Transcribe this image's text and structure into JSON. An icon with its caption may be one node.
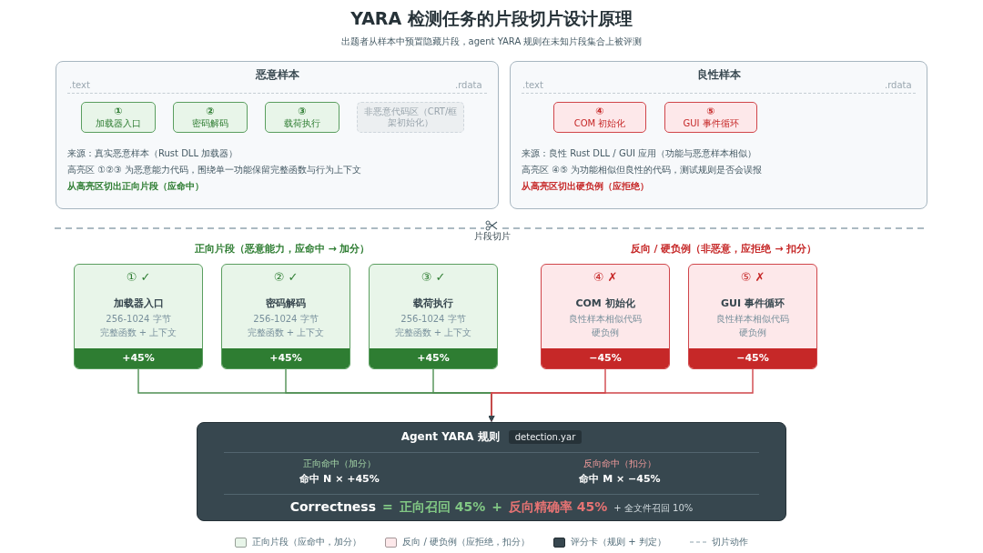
{
  "diagram": {
    "title": "YARA 检测任务的片段切片设计原理",
    "nodes": [
      {
        "text": [
          "恶意样本",
          "来源：真实恶意样本（Rust DLL 加载器）",
          "高亮区 ①②③ 为恶意能力代码，围绕单一功能保留完整函数与行为上下文",
          "从高亮区切出正向片段（应命中）"
        ]
      },
      {
        "text": [
          "①",
          "加载器入口"
        ],
        "in": 0
      },
      {
        "text": [
          "②",
          "密码解码"
        ],
        "in": 0
      },
      {
        "text": [
          "③",
          "载荷执行"
        ],
        "in": 0
      },
      {
        "text": [
          "非恶意代码区（CRT/框架初始化）"
        ],
        "in": 0
      },
      {
        "text": [
          "良性样本",
          "来源：良性 Rust DLL / GUI 应用（功能与恶意样本相似）",
          "高亮区 ④⑤ 为功能相似但良性的代码，测试规则是否会误报",
          "从高亮区切出硬负例（应拒绝）"
        ]
      },
      {
        "text": [
          "④",
          "COM 初始化"
        ],
        "in": 5
      },
      {
        "text": [
          "⑤",
          "GUI 事件循环"
        ],
        "in": 5
      },
      {
        "text": [
          "①",
          "✓",
          "加载器入口",
          "256-1024 字节",
          "完整函数 + 上下文",
          "+45%"
        ]
      },
      {
        "text": [
          "②",
          "✓",
          "密码解码",
          "256-1024 字节",
          "完整函数 + 上下文",
          "+45%"
        ]
      },
      {
        "text": [
          "③",
          "✓",
          "载荷执行",
          "256-1024 字节",
          "完整函数 + 上下文",
          "+45%"
        ]
      },
      {
        "text": [
          "④",
          "✗",
          "COM 初始化",
          "良性样本相似代码",
          "硬负例",
          "−45%"
        ]
      },
      {
        "text": [
          "⑤",
          "✗",
          "GUI 事件循环",
          "良性样本相似代码",
          "硬负例",
          "−45%"
        ]
      },
      {
        "text": [
          "Agent YARA 规则",
          "detection.yar",
          "正向命中（加分）",
          "命中 N × +45%",
          "反向命中（扣分）",
          "命中 M × −45%",
          "Correctness",
          "=",
          "正向召回 45%",
          "+",
          "反向精确率 45%",
          "+ 全文件召回 10%"
        ]
      }
    ],
    "edges": [
      {
        "from": 8,
        "to": 13,
        "arrow": "to"
      },
      {
        "from": 9,
        "to": 13,
        "arrow": "to"
      },
      {
        "from": 10,
        "to": 13,
        "arrow": "to"
      },
      {
        "from": 11,
        "to": 13,
        "arrow": "to",
        "color": "#d0454a"
      },
      {
        "from": 12,
        "to": 13,
        "arrow": "to",
        "color": "#d0454a"
      }
    ],
    "labels": [
      "出题者从样本中预置隐藏片段，agent YARA 规则在未知片段集合上被评测",
      ".text",
      ".rdata",
      ".text",
      ".rdata",
      "片段切片",
      "正向片段（恶意能力，应命中 → 加分）",
      "反向 / 硬负例（非恶意，应拒绝 → 扣分）"
    ],
    "legend": [
      {
        "text": "正向片段（应命中，加分）",
        "color": "#e8f5e9"
      },
      {
        "text": "反向 / 硬负例（应拒绝，扣分）",
        "color": "#fde8ea"
      },
      {
        "text": "评分卡（规则 + 判定）",
        "color": "#37474f"
      },
      {
        "text": "切片动作"
      }
    ]
  }
}
